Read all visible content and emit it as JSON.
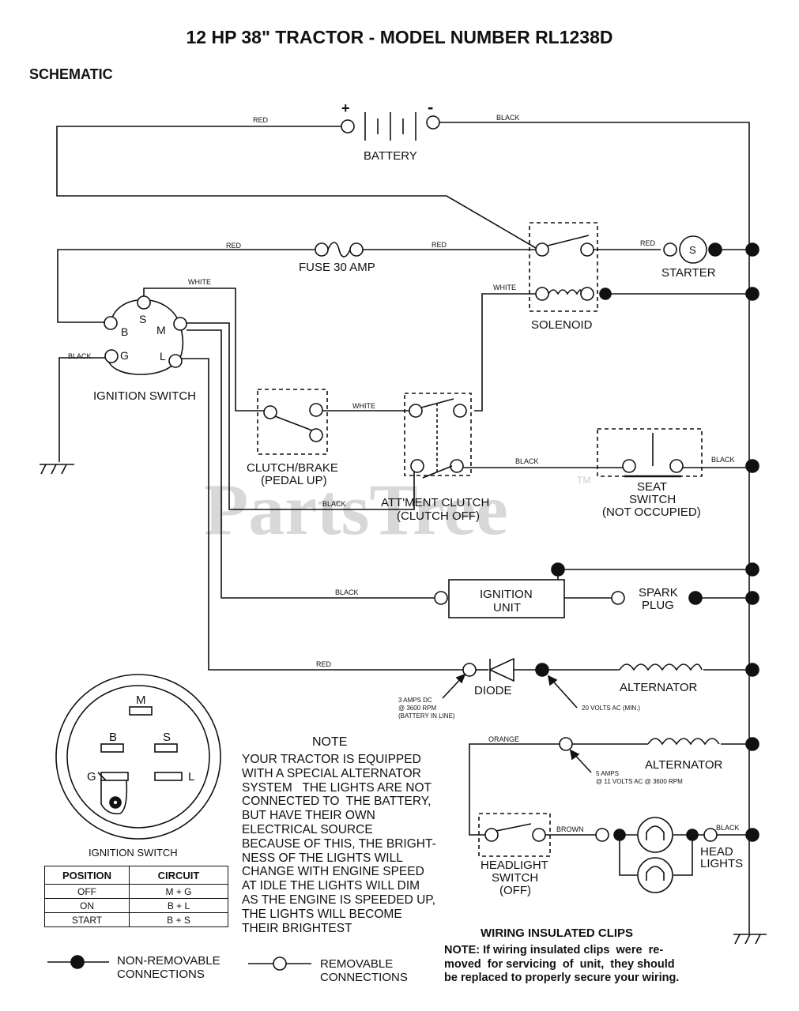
{
  "title": "12 HP 38\" TRACTOR - MODEL NUMBER RL1238D",
  "subtitle": "SCHEMATIC",
  "watermark": "PartsTree",
  "watermark_tm": "TM",
  "battery": {
    "label": "BATTERY",
    "plus": "+",
    "minus": "-"
  },
  "wire_labels": {
    "red_battery": "RED",
    "black_battery": "BLACK",
    "red_fuse_left": "RED",
    "red_fuse_right": "RED",
    "red_starter": "RED",
    "white_ign": "WHITE",
    "white_solenoid": "WHITE",
    "black_ground": "BLACK",
    "white_clutch": "WHITE",
    "black_attment": "BLACK",
    "black_seat_right": "BLACK",
    "black_pedal": "BLACK",
    "black_ignition_unit": "BLACK",
    "red_diode": "RED",
    "orange": "ORANGE",
    "brown": "BROWN",
    "black_lights": "BLACK"
  },
  "components": {
    "fuse": "FUSE 30 AMP",
    "starter": "STARTER",
    "starter_symbol": "S",
    "solenoid": "SOLENOID",
    "ignition_switch": "IGNITION SWITCH",
    "clutch_brake": "CLUTCH/BRAKE",
    "clutch_brake_sub": "(PEDAL UP)",
    "attment_clutch": "ATT'MENT CLUTCH",
    "attment_clutch_sub": "(CLUTCH OFF)",
    "seat_switch_1": "SEAT",
    "seat_switch_2": "SWITCH",
    "seat_switch_3": "(NOT OCCUPIED)",
    "ignition_unit_1": "IGNITION",
    "ignition_unit_2": "UNIT",
    "spark_plug_1": "SPARK",
    "spark_plug_2": "PLUG",
    "diode": "DIODE",
    "alternator_1": "ALTERNATOR",
    "alternator_2": "ALTERNATOR",
    "headlight_switch_1": "HEADLIGHT",
    "headlight_switch_2": "SWITCH",
    "headlight_switch_3": "(OFF)",
    "head_lights_1": "HEAD",
    "head_lights_2": "LIGHTS"
  },
  "terminals": {
    "b": "B",
    "s": "S",
    "m": "M",
    "g": "G",
    "l": "L"
  },
  "specs": {
    "diode_1": "3 AMPS DC",
    "diode_2": "@ 3600 RPM",
    "diode_3": "(BATTERY IN LINE)",
    "alt_ac": "20 VOLTS AC (MIN.)",
    "alt2_1": "5 AMPS",
    "alt2_2": "@ 11 VOLTS AC @ 3600 RPM"
  },
  "switch_face": {
    "m": "M",
    "b": "B",
    "s": "S",
    "g": "G",
    "l": "L"
  },
  "switch_table": {
    "caption": "IGNITION SWITCH",
    "headers": [
      "POSITION",
      "CIRCUIT"
    ],
    "rows": [
      {
        "position": "OFF",
        "circuit": "M + G"
      },
      {
        "position": "ON",
        "circuit": "B + L"
      },
      {
        "position": "START",
        "circuit": "B + S"
      }
    ]
  },
  "note": {
    "heading": "NOTE",
    "body": "YOUR TRACTOR IS EQUIPPED\nWITH A SPECIAL ALTERNATOR\nSYSTEM   THE LIGHTS ARE NOT\nCONNECTED TO  THE BATTERY,\nBUT HAVE THEIR OWN\nELECTRICAL SOURCE\nBECAUSE OF THIS, THE BRIGHT-\nNESS OF THE LIGHTS WILL\nCHANGE WITH ENGINE SPEED\nAT IDLE THE LIGHTS WILL DIM\nAS THE ENGINE IS SPEEDED UP,\nTHE LIGHTS WILL BECOME\nTHEIR BRIGHTEST"
  },
  "legend": {
    "non_removable": "NON-REMOVABLE\nCONNECTIONS",
    "removable": "REMOVABLE\nCONNECTIONS"
  },
  "clips": {
    "title": "WIRING INSULATED CLIPS",
    "note": "NOTE: If wiring insulated clips  were  re-\nmoved  for servicing  of  unit,  they should\nbe replaced to properly secure your wiring."
  }
}
